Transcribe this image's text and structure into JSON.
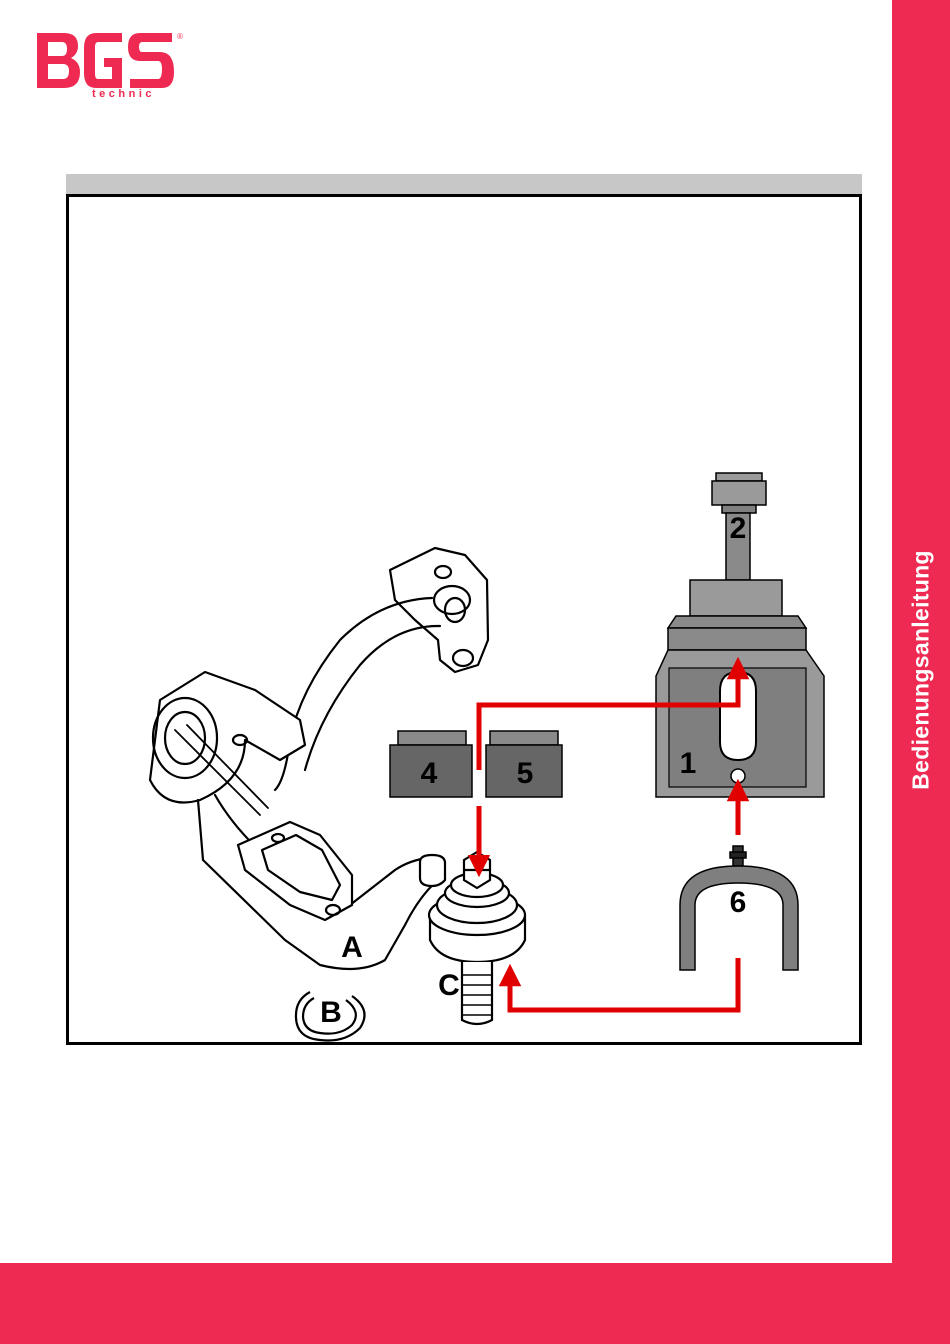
{
  "brand": {
    "name": "BGS",
    "sub": "technic",
    "mark": "®",
    "color": "#ee2a52"
  },
  "sidebar": {
    "label": "Bedienungsanleitung"
  },
  "figure": {
    "parts": {
      "p1": "1",
      "p2": "2",
      "p4": "4",
      "p5": "5",
      "p6": "6",
      "pA": "A",
      "pB": "B",
      "pC": "C"
    },
    "colors": {
      "tool": "#7f7f7f",
      "tool_light": "#9a9a9a",
      "arrow": "#e00000",
      "outline": "#000000"
    }
  }
}
